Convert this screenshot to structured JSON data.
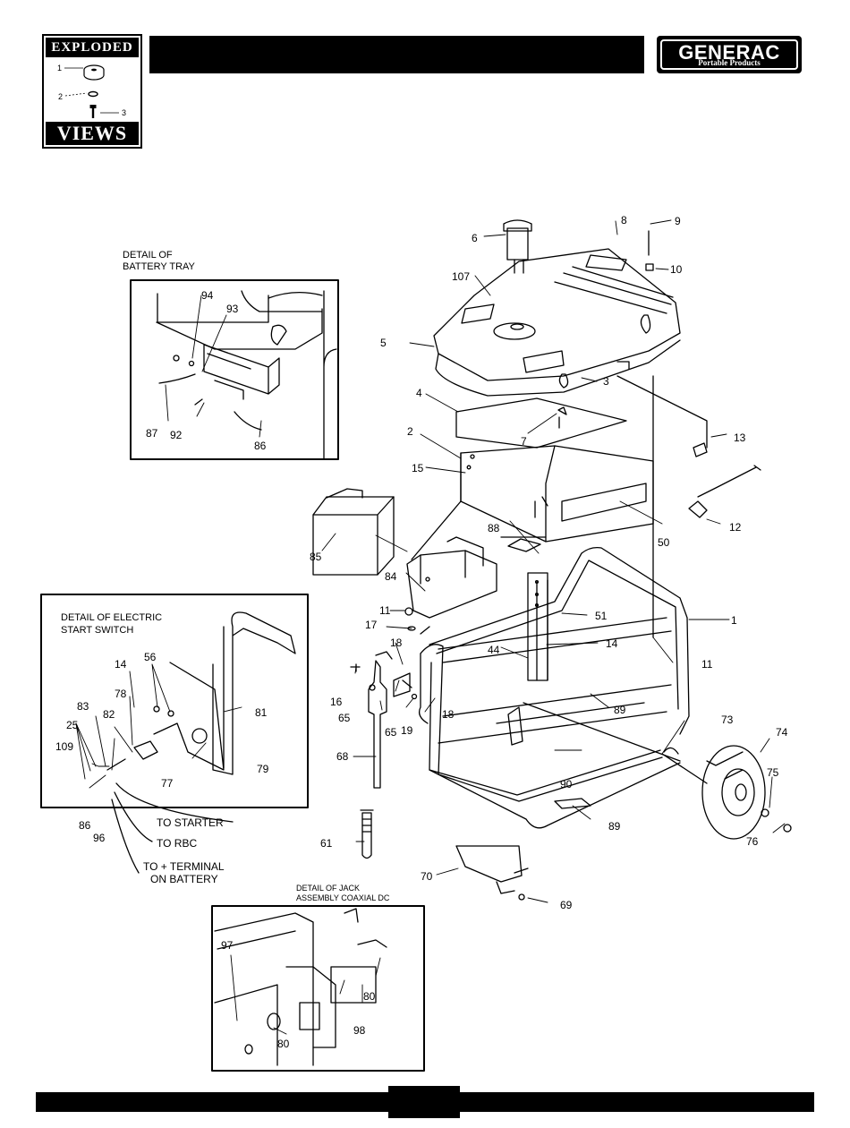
{
  "badge": {
    "top": "EXPLODED",
    "bottom": "VIEWS",
    "callouts": [
      "1",
      "2",
      "3"
    ]
  },
  "logo": {
    "brand": "GENERAC",
    "tagline": "Portable Products"
  },
  "details": {
    "battery_tray": [
      "DETAIL OF",
      "BATTERY TRAY"
    ],
    "electric_start": [
      "DETAIL OF ELECTRIC",
      "START SWITCH"
    ],
    "jack": [
      "DETAIL OF JACK",
      "ASSEMBLY COAXIAL DC"
    ]
  },
  "wires": {
    "starter": "TO STARTER",
    "rbc": "TO RBC",
    "battery": [
      "TO + TERMINAL",
      "ON BATTERY"
    ]
  },
  "parts": {
    "p1": "1",
    "p2": "2",
    "p3": "3",
    "p4": "4",
    "p5": "5",
    "p6": "6",
    "p7": "7",
    "p8": "8",
    "p9": "9",
    "p10": "10",
    "p11a": "11",
    "p11b": "11",
    "p12": "12",
    "p13": "13",
    "p14a": "14",
    "p14b": "14",
    "p15": "15",
    "p16": "16",
    "p17": "17",
    "p18a": "18",
    "p18b": "18",
    "p19": "19",
    "p25": "25",
    "p44": "44",
    "p50": "50",
    "p51": "51",
    "p56": "56",
    "p61": "61",
    "p65a": "65",
    "p65b": "65",
    "p68": "68",
    "p69": "69",
    "p70": "70",
    "p73": "73",
    "p74": "74",
    "p75": "75",
    "p76": "76",
    "p77": "77",
    "p78": "78",
    "p79": "79",
    "p80a": "80",
    "p80b": "80",
    "p81": "81",
    "p82": "82",
    "p83": "83",
    "p84": "84",
    "p85": "85",
    "p86a": "86",
    "p86b": "86",
    "p87": "87",
    "p88": "88",
    "p89a": "89",
    "p89b": "89",
    "p90": "90",
    "p92": "92",
    "p93": "93",
    "p94": "94",
    "p96": "96",
    "p97": "97",
    "p98": "98",
    "p107": "107",
    "p109": "109"
  }
}
